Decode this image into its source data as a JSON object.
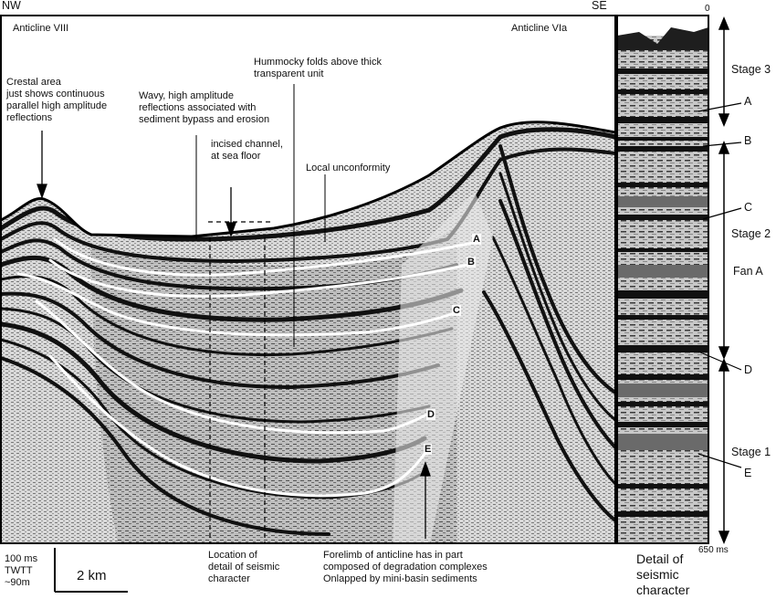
{
  "compass": {
    "left": "NW",
    "right": "SE"
  },
  "anticlines": {
    "left": "Anticline VIII",
    "right": "Anticline VIa"
  },
  "annotations": {
    "crestal": [
      "Crestal area",
      "just shows continuous",
      "parallel high amplitude",
      "reflections"
    ],
    "wavy": [
      "Wavy, high amplitude",
      "reflections associated with",
      "sediment bypass and erosion"
    ],
    "hummocky": [
      "Hummocky folds above thick",
      "transparent unit"
    ],
    "channel": [
      "incised channel,",
      "at sea floor"
    ],
    "unconformity": "Local unconformity"
  },
  "horizons": [
    "A",
    "B",
    "C",
    "D",
    "E"
  ],
  "bottom": {
    "scale_time": [
      "100 ms",
      "TWTT",
      "~90m"
    ],
    "scale_length": "2 km",
    "location_note": [
      "Location of",
      "detail of seismic",
      "character"
    ],
    "forelimb_note": [
      "Forelimb of anticline has in part",
      "composed of degradation complexes",
      "Onlapped by mini-basin sediments"
    ]
  },
  "detail_panel": {
    "depth_top": "0",
    "depth_bottom": "650 ms",
    "stages": [
      "Stage 3",
      "Stage 2",
      "Fan A",
      "Stage 1"
    ],
    "caption": [
      "Detail of",
      "seismic",
      "character"
    ]
  },
  "colors": {
    "frame": "#000000",
    "horizon": "#ffffff",
    "seismic_dark": "#1a1a1a",
    "seismic_light": "#e6e6e6"
  }
}
